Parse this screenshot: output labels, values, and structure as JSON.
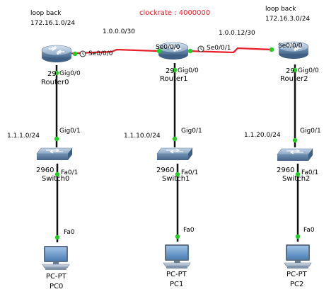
{
  "annotations": {
    "loopback_left_title": "loop back",
    "loopback_left_net": "172.16.1.0/24",
    "loopback_right_title": "loop back",
    "loopback_right_net": "172.16.3.0/24",
    "clockrate": "clockrate : 4000000",
    "link1_net": "1.0.0.0/30",
    "link2_net": "1.0.0.12/30",
    "lan0_net": "1.1.1.0/24",
    "lan1_net": "1.1.10.0/24",
    "lan2_net": "1.1.20.0/24"
  },
  "routers": [
    {
      "name": "Router0",
      "model": "29",
      "serial_port": "Se0/0/0",
      "gig_port": "Gig0/0"
    },
    {
      "name": "Router1",
      "model": "29",
      "serial_port_left": "Se0/0/0",
      "serial_port_right": "Se0/0/1",
      "gig_port": "Gig0/0"
    },
    {
      "name": "Router2",
      "model": "29",
      "serial_port": "Se0/0/0",
      "gig_port": "Gig0/0"
    }
  ],
  "switches": [
    {
      "name": "Switch0",
      "model": "2960",
      "uplink_port": "Gig0/1",
      "pc_port": "Fa0/1"
    },
    {
      "name": "Switch1",
      "model": "2960",
      "uplink_port": "Gig0/1",
      "pc_port": "Fa0/1"
    },
    {
      "name": "Switch2",
      "model": "2960",
      "uplink_port": "Gig0/1",
      "pc_port": "Fa0/1"
    }
  ],
  "pcs": [
    {
      "name": "PC0",
      "type": "PC-PT",
      "port": "Fa0"
    },
    {
      "name": "PC1",
      "type": "PC-PT",
      "port": "Fa0"
    },
    {
      "name": "PC2",
      "type": "PC-PT",
      "port": "Fa0"
    }
  ],
  "colors": {
    "serial_link": "#e8202a",
    "ethernet_link": "#111111",
    "port_up": "#22cc22",
    "router_body": "#6f8fb3",
    "switch_body": "#6d8eb0"
  }
}
